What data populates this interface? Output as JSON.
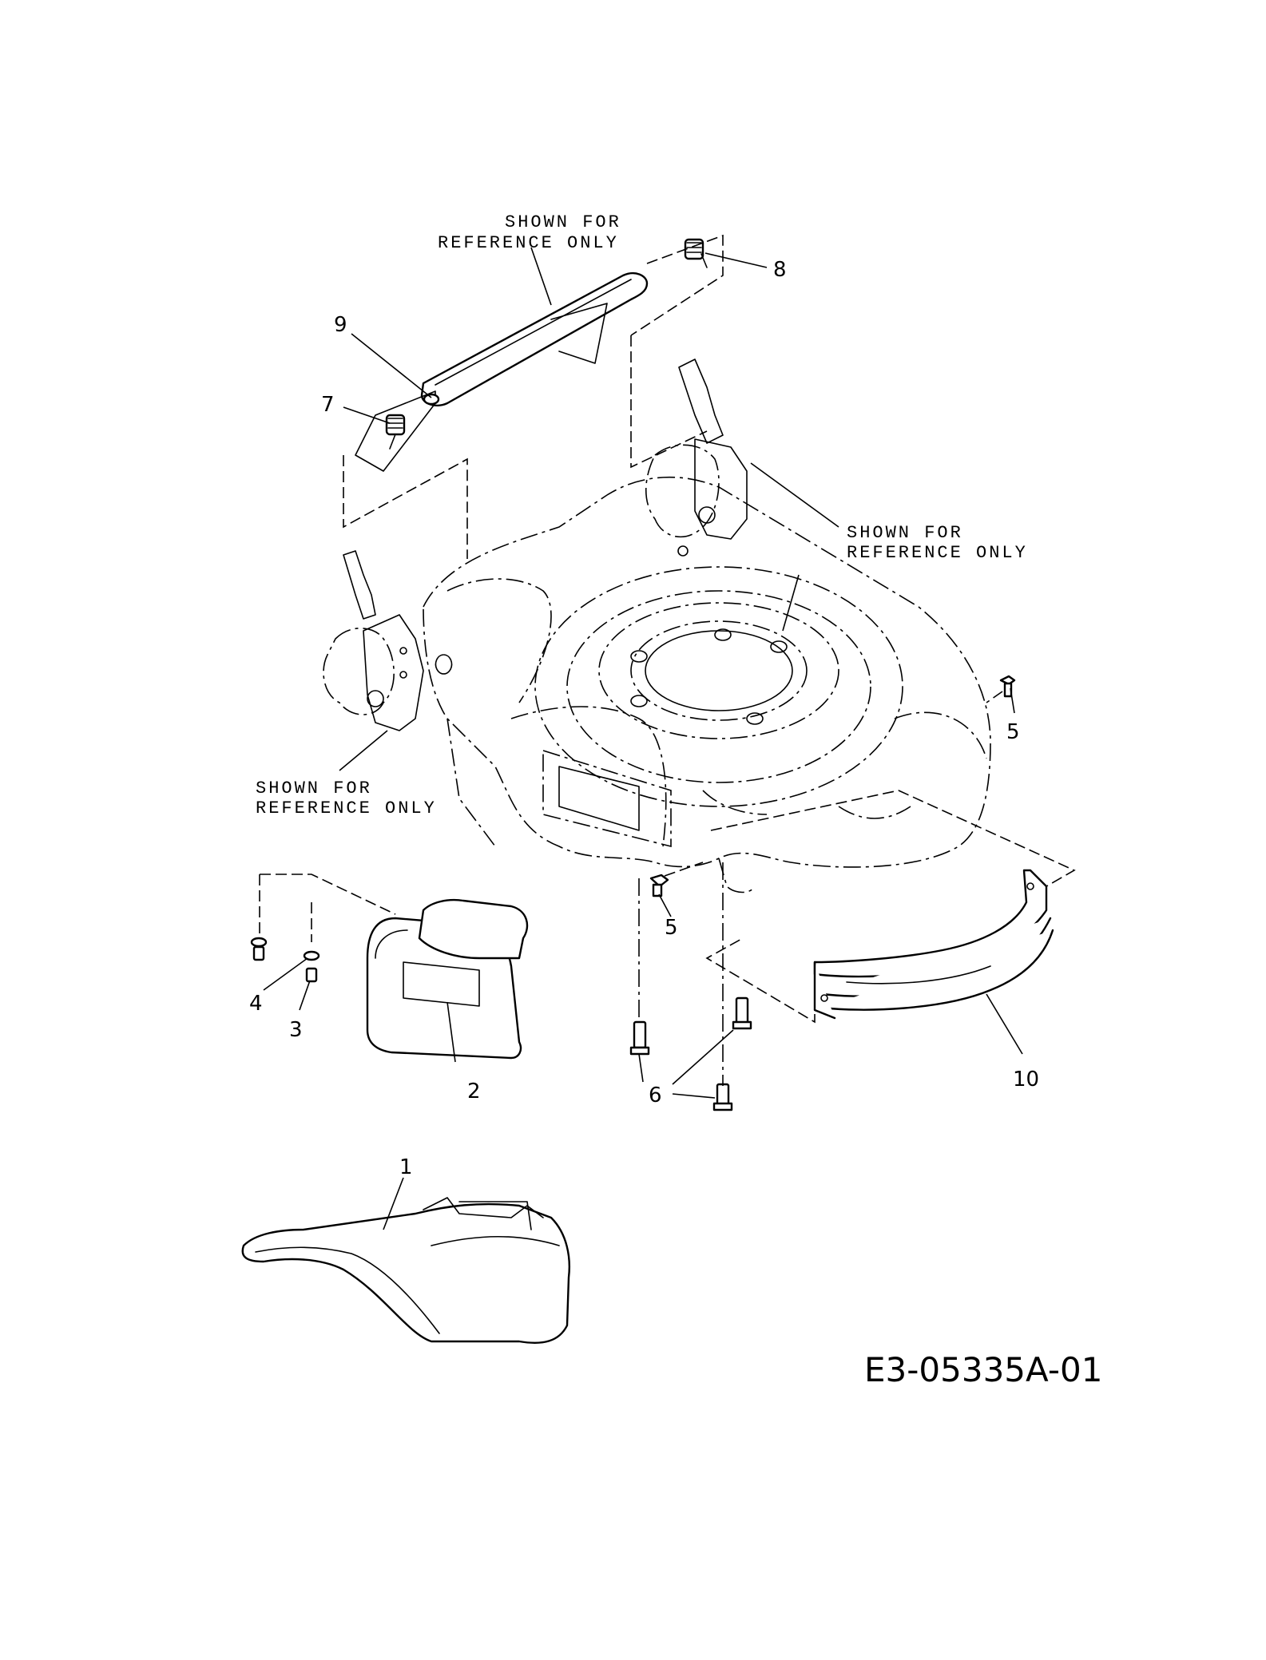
{
  "drawing_id": "E3-05335A-01",
  "reference_notes": [
    {
      "line1": "SHOWN FOR",
      "line2": "REFERENCE ONLY"
    },
    {
      "line1": "SHOWN FOR",
      "line2": "REFERENCE ONLY"
    },
    {
      "line1": "SHOWN FOR",
      "line2": "REFERENCE ONLY"
    }
  ],
  "callouts": [
    "1",
    "2",
    "3",
    "4",
    "5",
    "5",
    "6",
    "7",
    "8",
    "9",
    "10"
  ]
}
